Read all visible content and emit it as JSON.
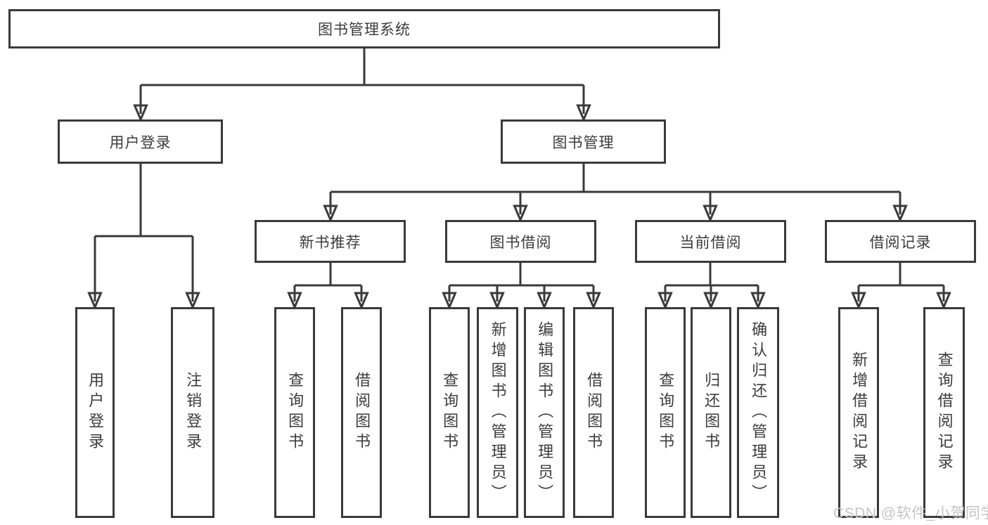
{
  "diagram": {
    "watermark": "CSDN @软件_小贺同学",
    "colors": {
      "line": "#3a3a3a",
      "box_border": "#3a3a3a",
      "box_background": "#ffffff",
      "text": "#3c3c3c",
      "watermark": "#c5c5c5",
      "page_background": "#ffffff"
    },
    "tree": {
      "label": "图书管理系统",
      "children": [
        {
          "label": "用户登录",
          "children": [
            {
              "label": "用户登录"
            },
            {
              "label": "注销登录"
            }
          ]
        },
        {
          "label": "图书管理",
          "children": [
            {
              "label": "新书推荐",
              "children": [
                {
                  "label": "查询图书"
                },
                {
                  "label": "借阅图书"
                }
              ]
            },
            {
              "label": "图书借阅",
              "children": [
                {
                  "label": "查询图书"
                },
                {
                  "label": "新增图书（管理员）"
                },
                {
                  "label": "编辑图书（管理员）"
                },
                {
                  "label": "借阅图书"
                }
              ]
            },
            {
              "label": "当前借阅",
              "children": [
                {
                  "label": "查询图书"
                },
                {
                  "label": "归还图书"
                },
                {
                  "label": "确认归还（管理员）"
                }
              ]
            },
            {
              "label": "借阅记录",
              "children": [
                {
                  "label": "新增借阅记录"
                },
                {
                  "label": "查询借阅记录"
                }
              ]
            }
          ]
        }
      ]
    }
  }
}
